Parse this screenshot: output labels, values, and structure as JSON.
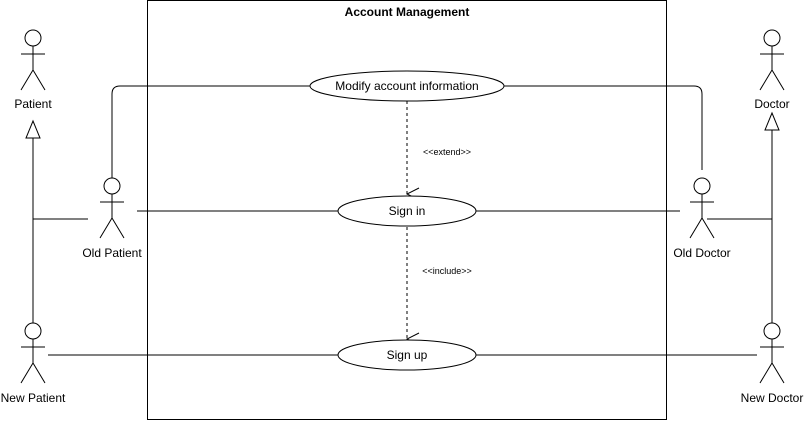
{
  "system": {
    "title": "Account Management"
  },
  "use_cases": {
    "modify": "Modify account information",
    "sign_in": "Sign in",
    "sign_up": "Sign up"
  },
  "actors": {
    "patient": "Patient",
    "old_patient": "Old Patient",
    "new_patient": "New Patient",
    "doctor": "Doctor",
    "old_doctor": "Old Doctor",
    "new_doctor": "New Doctor"
  },
  "relations": {
    "extend": "<<extend>>",
    "include": "<<include>>"
  },
  "colors": {
    "stroke": "#000000",
    "background": "#ffffff"
  }
}
